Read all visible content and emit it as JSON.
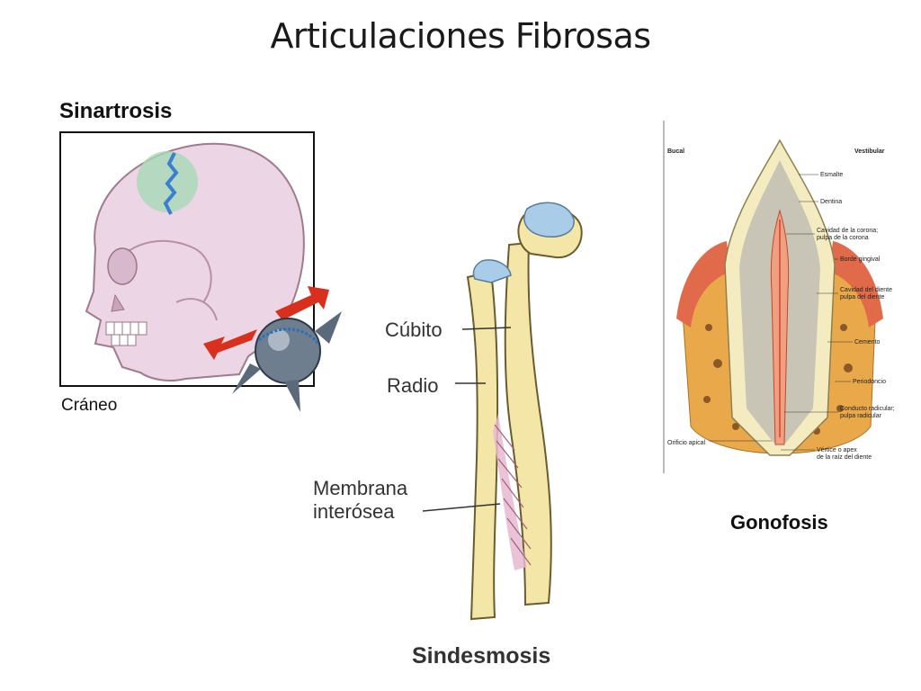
{
  "slide": {
    "title": "Articulaciones Fibrosas"
  },
  "sinartrosis": {
    "heading": "Sinartrosis",
    "caption": "Cráneo"
  },
  "sindesmosis": {
    "caption": "Sindesmosis",
    "labels": {
      "cubito": "Cúbito",
      "radio": "Radio",
      "membrana_1": "Membrana",
      "membrana_2": "interósea"
    }
  },
  "gonofosis": {
    "caption": "Gonofosis",
    "labels": {
      "bucal": "Bucal",
      "vestibular": "Vestibular",
      "esmalte": "Esmalte",
      "dentina": "Dentina",
      "cavidad_corona_1": "Cavidad de la corona;",
      "cavidad_corona_2": "pulpa de la corona",
      "borde_gingival": "Borde gingival",
      "cavidad_diente_1": "Cavidad del diente",
      "cavidad_diente_2": "pulpa del diente",
      "cemento": "Cemento",
      "periodoncio": "Periodoncio",
      "conducto_1": "Conducto radicular;",
      "conducto_2": "pulpa radicular",
      "orificio": "Orificio apical",
      "vertice_1": "Vértice o apex",
      "vertice_2": "de la raíz del diente"
    }
  },
  "colors": {
    "bone": "#f3e6a6",
    "skull": "#e9cfe0",
    "gum": "#e06a4a",
    "suture_blue": "#3a7fd0",
    "arrow_red": "#d8301c"
  }
}
